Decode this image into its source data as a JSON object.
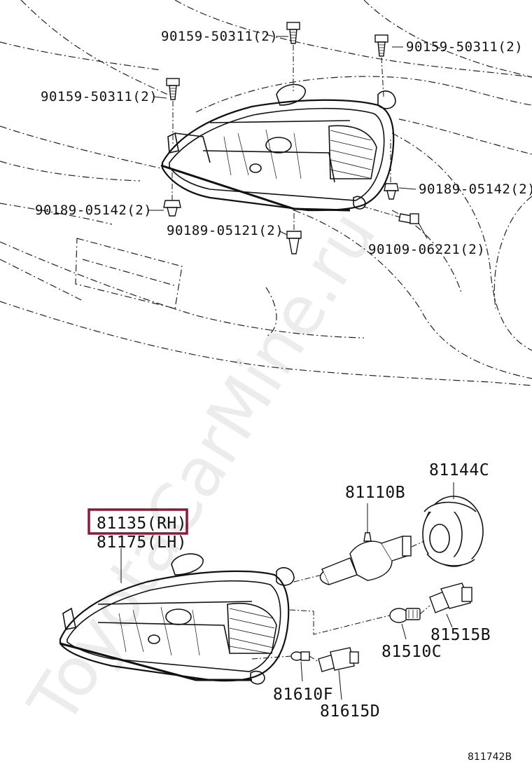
{
  "diagram": {
    "callouts": {
      "bolt_top_center": "90159-50311(2)",
      "bolt_top_right": "90159-50311(2)",
      "bolt_left": "90159-50311(2)",
      "clip_right": "90189-05142(2)",
      "clip_left": "90189-05142(2)",
      "clip_bottom": "90189-05121(2)",
      "screw_right": "90109-06221(2)",
      "headlamp_rh": "81135(RH)",
      "headlamp_lh": "81175(LH)",
      "bulb_headlamp": "81110B",
      "socket_cover": "81144C",
      "socket_turn": "81515B",
      "bulb_turn": "81510C",
      "bulb_parking": "81610F",
      "socket_parking": "81615D"
    },
    "highlight_color": "#8b1a3a",
    "drawing_code": "811742B",
    "watermark": "ToyotaCarMine.ru"
  }
}
